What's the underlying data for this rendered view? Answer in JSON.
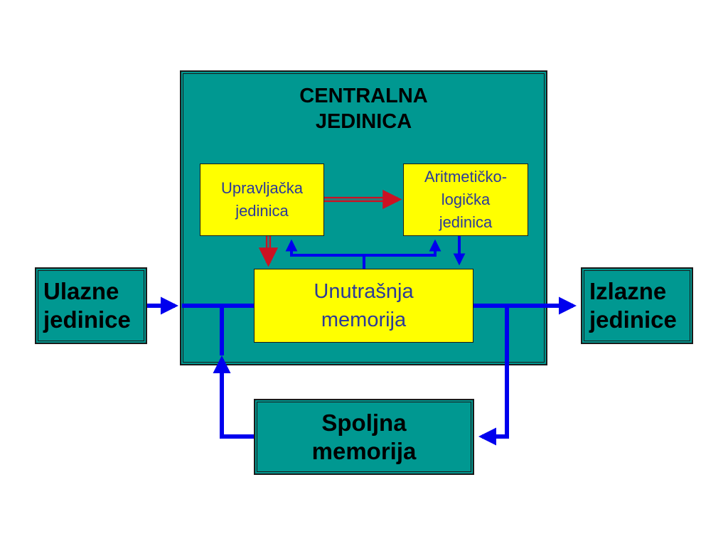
{
  "central_unit": {
    "title": "CENTRALNA\nJEDINICA"
  },
  "input_units": {
    "label": "Ulazne\njedinice"
  },
  "output_units": {
    "label": "Izlazne\njedinice"
  },
  "control_unit": {
    "label": "Upravljačka\njedinica"
  },
  "alu": {
    "label": "Aritmetičko-\nlogička\njedinica"
  },
  "internal_memory": {
    "label": "Unutrašnja\nmemorija"
  },
  "external_memory": {
    "label": "Spoljna\nmemorija"
  },
  "colors": {
    "teal": "#009891",
    "yellow": "#ffff00",
    "blue_arrow": "#0000ee",
    "red_arrow": "#cc1122",
    "inner_text": "#2c3a99"
  }
}
